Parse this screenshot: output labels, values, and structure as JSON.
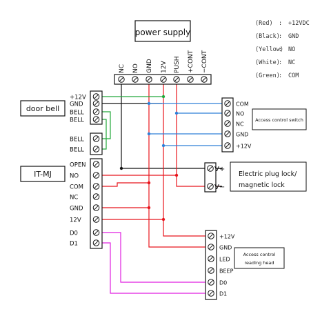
{
  "legend": [
    {
      "color_name": "(Red)",
      "signal": "+12VDC"
    },
    {
      "color_name": "(Black)",
      "signal": "GND"
    },
    {
      "color_name": "(Yellow)",
      "signal": "NO"
    },
    {
      "color_name": "(White)",
      "signal": "NC"
    },
    {
      "color_name": "(Green)",
      "signal": "COM"
    }
  ],
  "legend_separator": ":",
  "boxes": {
    "power_supply": "power supply",
    "door_bell": "door bell",
    "it_mj": "IT-MJ",
    "access_switch": "Access control switch",
    "electric_lock_line1": "Electric plug lock/",
    "electric_lock_line2": "magnetic lock",
    "reading_head_line1": "Access control",
    "reading_head_line2": "reading head"
  },
  "power_terminals": [
    "NC",
    "NO",
    "GND",
    "12V",
    "PUSH",
    "+CONT",
    "−CONT"
  ],
  "controller_terminals": [
    "+12V",
    "GND",
    "BELL",
    "BELL",
    "BELL",
    "BELL",
    "OPEN",
    "NO",
    "COM",
    "NC",
    "GND",
    "12V",
    "D0",
    "D1"
  ],
  "switch_terminals": [
    "COM",
    "NO",
    "NC",
    "GND",
    "+12V"
  ],
  "lock_terminals": [
    "V+",
    "V−"
  ],
  "reader_terminals": [
    "+12V",
    "GND",
    "LED",
    "BEEP",
    "D0",
    "D1"
  ],
  "colors": {
    "red": "#e8141c",
    "black": "#111111",
    "green": "#22a83a",
    "blue": "#2f7fd8",
    "magenta": "#e01fe0"
  }
}
